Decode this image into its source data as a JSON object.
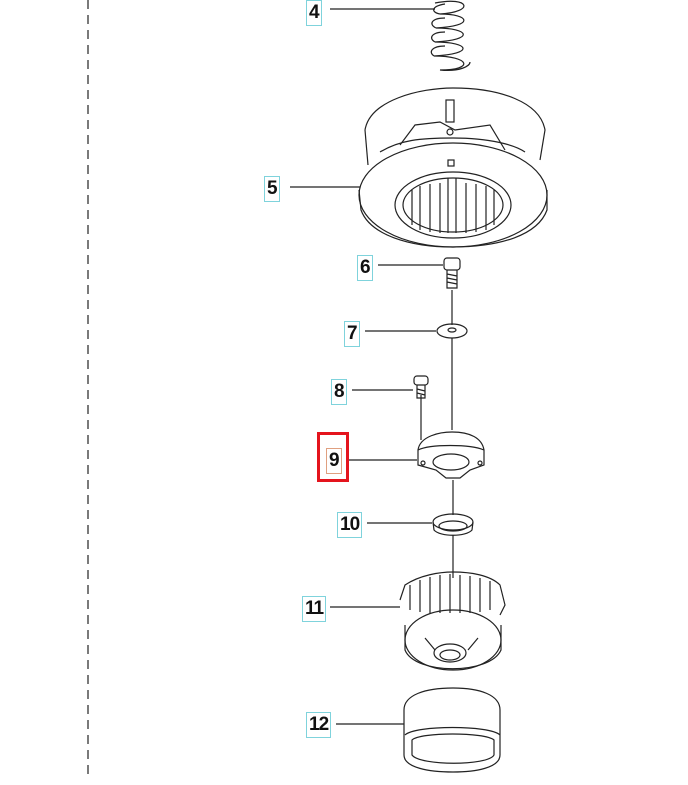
{
  "diagram": {
    "selected_part": "9",
    "highlight_color": "#e4141d",
    "label_border_color": "#7fd3dc",
    "parts": [
      {
        "number": "4",
        "name": "spring"
      },
      {
        "number": "5",
        "name": "housing"
      },
      {
        "number": "6",
        "name": "bolt"
      },
      {
        "number": "7",
        "name": "washer"
      },
      {
        "number": "8",
        "name": "screw"
      },
      {
        "number": "9",
        "name": "bracket"
      },
      {
        "number": "10",
        "name": "seal"
      },
      {
        "number": "11",
        "name": "knob"
      },
      {
        "number": "12",
        "name": "cap"
      }
    ]
  }
}
